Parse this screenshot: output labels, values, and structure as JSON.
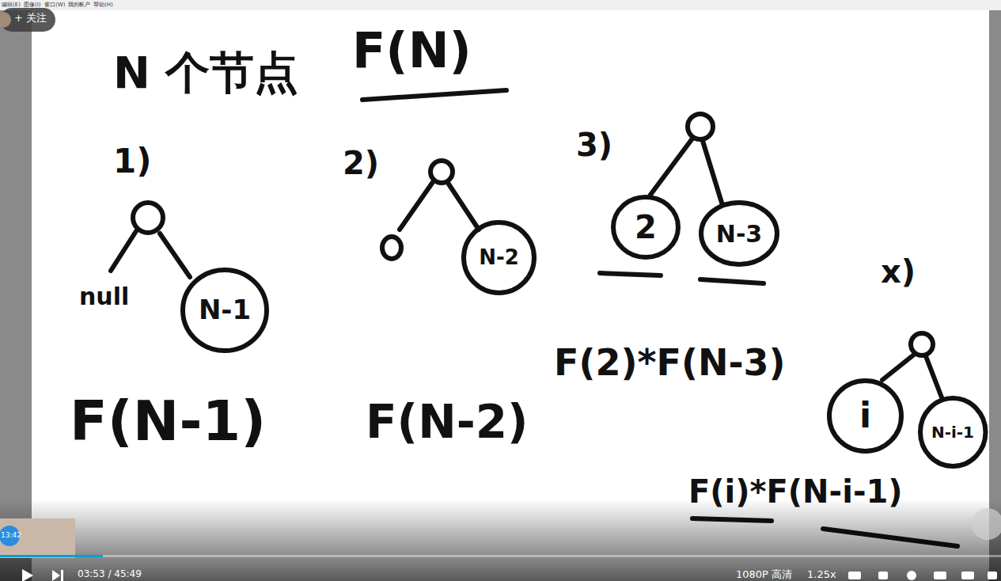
{
  "diagram": {
    "nodes": [
      {
        "text": [
          "N-1"
        ]
      },
      {
        "text": [
          "N-2"
        ]
      },
      {
        "text": [
          "2"
        ]
      },
      {
        "text": [
          "N-3"
        ]
      },
      {
        "text": [
          "i"
        ]
      },
      {
        "text": [
          "N-i-1"
        ]
      }
    ],
    "labels": [
      "编辑(E)",
      "图像(I)",
      "窗口(W)",
      "我的帐户",
      "帮助(H)",
      "+ 关注",
      "N 个节点",
      "F(N)",
      "1)",
      "null",
      "2)",
      "3)",
      "x)",
      "F(N-1)",
      "F(N-2)",
      "F(2)*F(N-3)",
      "F(i)*F(N-i-1)",
      "13:42",
      "03:53 / 45:49",
      "1080P 高清",
      "1.25x"
    ]
  }
}
